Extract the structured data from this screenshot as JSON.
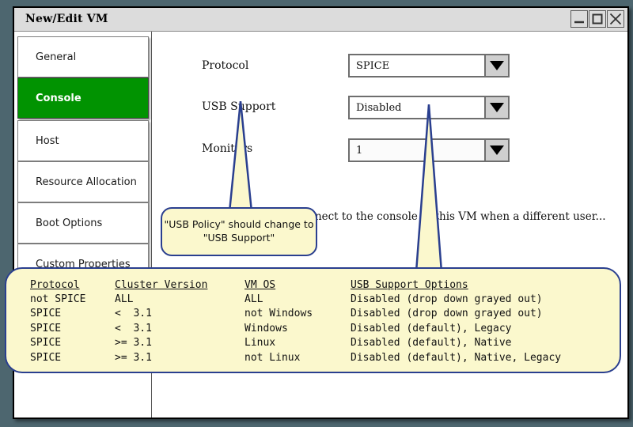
{
  "window": {
    "title": "New/Edit VM",
    "controls": [
      {
        "name": "minimize",
        "icon": "minimize-icon"
      },
      {
        "name": "maximize",
        "icon": "maximize-icon"
      },
      {
        "name": "close",
        "icon": "close-icon"
      }
    ]
  },
  "sidebar": {
    "items": [
      {
        "label": "General",
        "selected": false
      },
      {
        "label": "Console",
        "selected": true
      },
      {
        "label": "Host",
        "selected": false
      },
      {
        "label": "Resource Allocation",
        "selected": false
      },
      {
        "label": "Boot Options",
        "selected": false
      },
      {
        "label": "Custom Properties",
        "selected": false
      }
    ]
  },
  "form": {
    "fields": [
      {
        "label": "Protocol",
        "value": "SPICE"
      },
      {
        "label": "USB Support",
        "value": "Disabled"
      },
      {
        "label": "Monitors",
        "value": "1"
      }
    ],
    "checkbox": {
      "label": "Allow user to connect to the console of this VM when a different user...",
      "checked": false
    }
  },
  "callouts": {
    "usb_policy_note": "\"USB Policy\" should change to \"USB Support\""
  },
  "matrix": {
    "headers": [
      "Protocol",
      "Cluster Version",
      "VM OS",
      "USB Support Options"
    ],
    "rows": [
      [
        "not SPICE",
        "ALL",
        "ALL",
        "Disabled (drop down grayed out)"
      ],
      [
        "SPICE",
        "<  3.1",
        "not Windows",
        "Disabled (drop down grayed out)"
      ],
      [
        "SPICE",
        "<  3.1",
        "Windows",
        "Disabled (default), Legacy"
      ],
      [
        "SPICE",
        ">= 3.1",
        "Linux",
        "Disabled (default), Native"
      ],
      [
        "SPICE",
        ">= 3.1",
        "not Linux",
        "Disabled (default), Native, Legacy"
      ]
    ]
  },
  "colors": {
    "desktop_background": "#4d666f",
    "selected_tab": "#019301",
    "callout_fill": "#fbf8cd",
    "callout_border": "#2a3f8f",
    "titlebar": "#dcdcdc"
  }
}
